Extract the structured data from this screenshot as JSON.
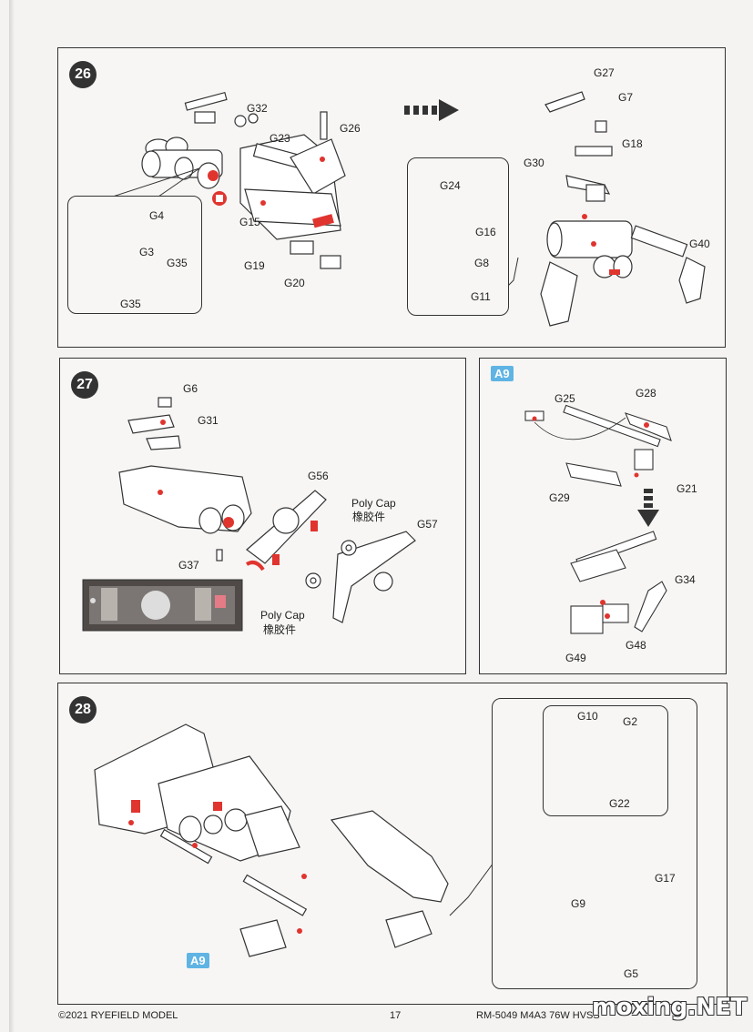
{
  "steps": {
    "s26": {
      "number": "26",
      "labels": {
        "g32": "G32",
        "g26": "G26",
        "g23": "G23",
        "g15": "G15",
        "g19": "G19",
        "g20": "G20",
        "g4": "G4",
        "g3": "G3",
        "g35a": "G35",
        "g35b": "G35",
        "g27": "G27",
        "g7": "G7",
        "g18": "G18",
        "g30": "G30",
        "g40": "G40",
        "g24": "G24",
        "g16": "G16",
        "g8": "G8",
        "g11": "G11"
      }
    },
    "s27": {
      "number": "27",
      "labels": {
        "g6": "G6",
        "g31": "G31",
        "g56": "G56",
        "g57": "G57",
        "g37": "G37",
        "polycap1": "Poly Cap",
        "polycap1_cn": "橡胶件",
        "polycap2": "Poly Cap",
        "polycap2_cn": "橡胶件"
      }
    },
    "a9": {
      "badge": "A9",
      "labels": {
        "g25": "G25",
        "g28": "G28",
        "g21": "G21",
        "g29": "G29",
        "g34": "G34",
        "g48": "G48",
        "g49": "G49"
      }
    },
    "s28": {
      "number": "28",
      "badge": "A9",
      "labels": {
        "g10": "G10",
        "g2": "G2",
        "g22": "G22",
        "g17": "G17",
        "g9": "G9",
        "g5": "G5"
      }
    }
  },
  "footer": {
    "copyright": "©2021 RYEFIELD MODEL",
    "page": "17",
    "product": "RM-5049 M4A3 76W HVSS"
  },
  "watermark": "moxing.NET",
  "colors": {
    "accent_red": "#e0342f",
    "badge_blue": "#5fb4e4"
  },
  "icons": [
    "arrow-right-icon",
    "arrow-down-icon",
    "no-glue-icon"
  ]
}
